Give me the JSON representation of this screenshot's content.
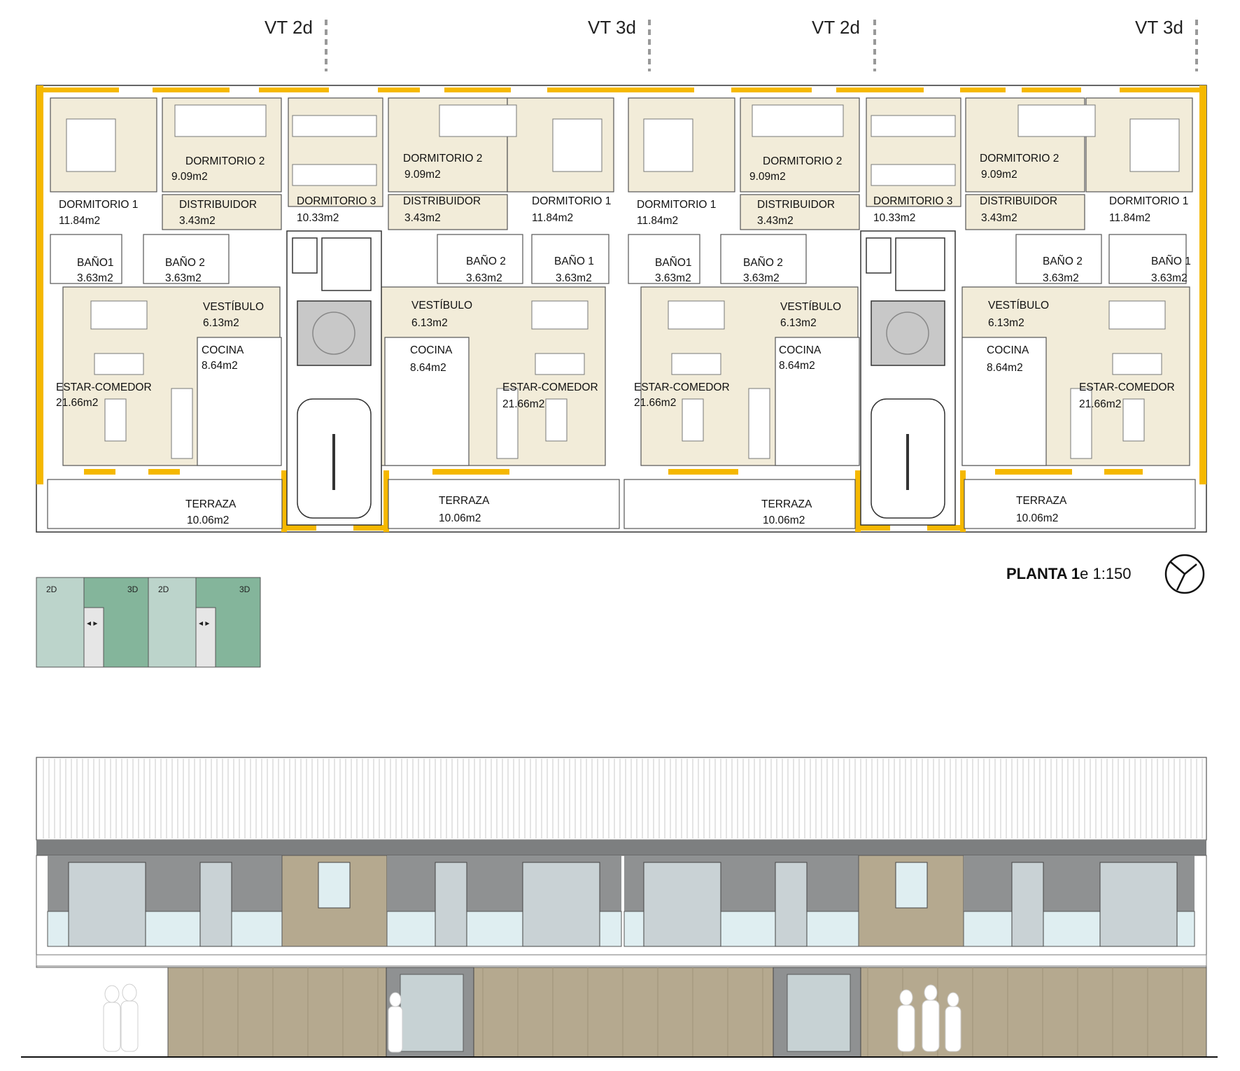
{
  "unit_labels": [
    "VT 2d",
    "VT 3d",
    "VT 2d",
    "VT 3d"
  ],
  "rooms": {
    "dorm1": "DORMITORIO 1",
    "dorm2": "DORMITORIO 2",
    "dorm3": "DORMITORIO 3",
    "distribuidor": "DISTRIBUIDOR",
    "bano1_a": "BAÑO1",
    "bano1_b": "BAÑO 1",
    "bano2": "BAÑO 2",
    "vestibulo": "VESTÍBULO",
    "cocina": "COCINA",
    "estar": "ESTAR-COMEDOR",
    "terraza": "TERRAZA"
  },
  "areas": {
    "dorm1": "11.84m2",
    "dorm2": "9.09m2",
    "dorm3": "10.33m2",
    "distribuidor": "3.43m2",
    "bano": "3.63m2",
    "vestibulo": "6.13m2",
    "cocina": "8.64m2",
    "estar": "21.66m2",
    "terraza": "10.06m2"
  },
  "title": {
    "bold": "PLANTA 1",
    "rest": "e 1:150"
  },
  "legend": {
    "a": "2D",
    "b": "3D"
  },
  "colors": {
    "wall_accent": "#f5b800",
    "room_fill": "#f2ecd9",
    "core_fill": "#c8c8c8",
    "legend_2d": "#bcd4cb",
    "legend_3d": "#84b59b",
    "facade_wood": "#b5a98f",
    "glass": "#dfeef1",
    "frame_grey": "#8f9192"
  }
}
